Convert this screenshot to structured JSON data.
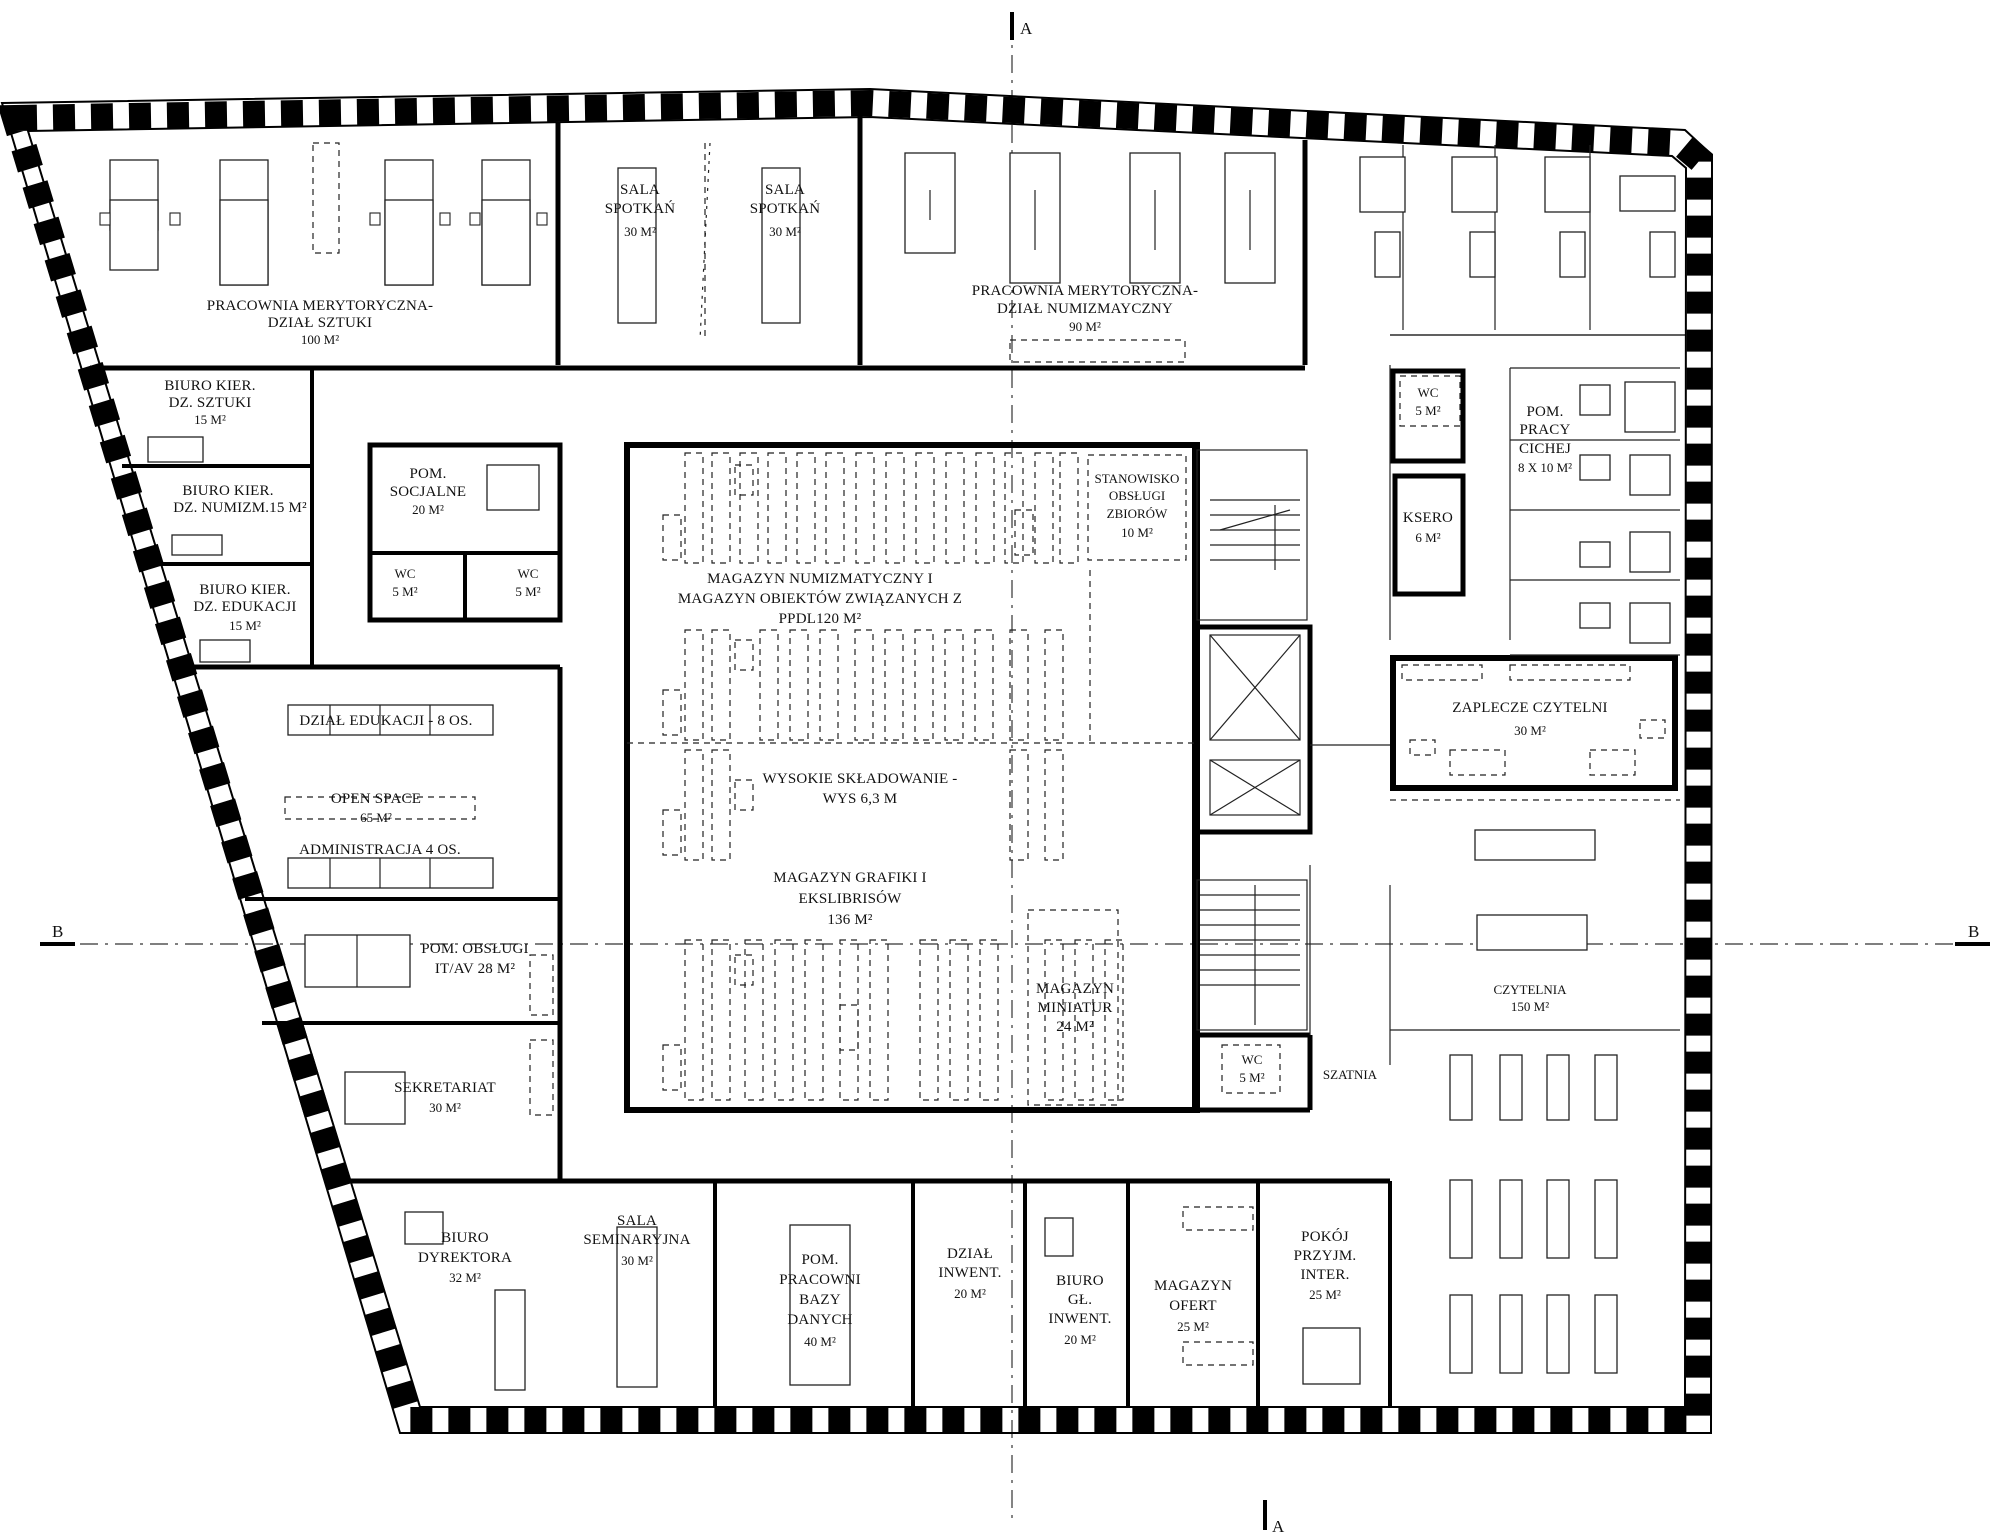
{
  "section_markers": {
    "top": "A",
    "bottom": "A",
    "left": "B",
    "right": "B"
  },
  "rooms": [
    {
      "id": "pracownia-sztuki",
      "lines": [
        "PRACOWNIA MERYTORYCZNA-",
        "DZIAŁ SZTUKI"
      ],
      "area": "100 M²"
    },
    {
      "id": "sala-spotkan-1",
      "lines": [
        "SALA",
        "SPOTKAŃ"
      ],
      "area": "30 M²"
    },
    {
      "id": "sala-spotkan-2",
      "lines": [
        "SALA",
        "SPOTKAŃ"
      ],
      "area": "30 M²"
    },
    {
      "id": "pracownia-numizmatyczny",
      "lines": [
        "PRACOWNIA MERYTORYCZNA-",
        "DZIAŁ NUMIZMAYCZNY"
      ],
      "area": "90 M²"
    },
    {
      "id": "biuro-kier-sztuki",
      "lines": [
        "BIURO KIER.",
        "DZ. SZTUKI"
      ],
      "area": "15 M²"
    },
    {
      "id": "biuro-kier-numizm",
      "lines": [
        "BIURO KIER.",
        "DZ. NUMIZM.15 M²"
      ],
      "area": ""
    },
    {
      "id": "biuro-kier-edukacji",
      "lines": [
        "BIURO KIER.",
        "DZ. EDUKACJI"
      ],
      "area": "15 M²"
    },
    {
      "id": "pom-socjalne",
      "lines": [
        "POM.",
        "SOCJALNE"
      ],
      "area": "20 M²"
    },
    {
      "id": "wc-a",
      "lines": [
        "WC"
      ],
      "area": "5 M²"
    },
    {
      "id": "wc-b",
      "lines": [
        "WC"
      ],
      "area": "5 M²"
    },
    {
      "id": "magazyn-numizmatyczny",
      "lines": [
        "MAGAZYN NUMIZMATYCZNY I",
        "MAGAZYN OBIEKTÓW ZWIĄZANYCH Z",
        "PPDL120 M²"
      ],
      "area": ""
    },
    {
      "id": "stanowisko-obslugi",
      "lines": [
        "STANOWISKO",
        "OBSŁUGI",
        "ZBIORÓW"
      ],
      "area": "10 M²"
    },
    {
      "id": "wysokie-skladowanie",
      "lines": [
        "WYSOKIE SKŁADOWANIE -",
        "WYS 6,3 M"
      ],
      "area": ""
    },
    {
      "id": "magazyn-grafiki",
      "lines": [
        "MAGAZYN GRAFIKI I",
        "EKSLIBRISÓW"
      ],
      "area": "136 M²"
    },
    {
      "id": "magazyn-miniatur",
      "lines": [
        "MAGAZYN",
        "MINIATUR"
      ],
      "area": "24 M²"
    },
    {
      "id": "dzial-edukacji",
      "lines": [
        "DZIAŁ EDUKACJI - 8 OS."
      ],
      "area": ""
    },
    {
      "id": "open-space",
      "lines": [
        "OPEN SPACE"
      ],
      "area": "65 M²"
    },
    {
      "id": "administracja",
      "lines": [
        "ADMINISTRACJA 4 OS."
      ],
      "area": ""
    },
    {
      "id": "pom-obslugi-itav",
      "lines": [
        "POM. OBSŁUGI",
        "IT/AV 28 M²"
      ],
      "area": ""
    },
    {
      "id": "sekretariat",
      "lines": [
        "SEKRETARIAT"
      ],
      "area": "30 M²"
    },
    {
      "id": "wc-c",
      "lines": [
        "WC"
      ],
      "area": "5 M²"
    },
    {
      "id": "ksero",
      "lines": [
        "KSERO"
      ],
      "area": "6 M²"
    },
    {
      "id": "pom-pracy-cichej",
      "lines": [
        "POM.",
        "PRACY",
        "CICHEJ"
      ],
      "area": "8 X 10 M²"
    },
    {
      "id": "zaplecze-czytelni",
      "lines": [
        "ZAPLECZE CZYTELNI"
      ],
      "area": "30 M²"
    },
    {
      "id": "czytelnia",
      "lines": [
        "CZYTELNIA"
      ],
      "area": "150 M²"
    },
    {
      "id": "wc-d",
      "lines": [
        "WC"
      ],
      "area": "5 M²"
    },
    {
      "id": "szatnia",
      "lines": [
        "SZATNIA"
      ],
      "area": ""
    },
    {
      "id": "biuro-dyrektora",
      "lines": [
        "BIURO",
        "DYREKTORA"
      ],
      "area": "32 M²"
    },
    {
      "id": "sala-seminaryjna",
      "lines": [
        "SALA",
        "SEMINARYJNA"
      ],
      "area": "30 M²"
    },
    {
      "id": "pom-pracowni-bazy",
      "lines": [
        "POM.",
        "PRACOWNI",
        "BAZY",
        "DANYCH"
      ],
      "area": "40 M²"
    },
    {
      "id": "dzial-inwent",
      "lines": [
        "DZIAŁ",
        "INWENT."
      ],
      "area": "20 M²"
    },
    {
      "id": "biuro-gl-inwent",
      "lines": [
        "BIURO",
        "GŁ.",
        "INWENT."
      ],
      "area": "20 M²"
    },
    {
      "id": "magazyn-ofert",
      "lines": [
        "MAGAZYN",
        "OFERT"
      ],
      "area": "25 M²"
    },
    {
      "id": "pokoj-przyjm",
      "lines": [
        "POKÓJ",
        "PRZYJM.",
        "INTER."
      ],
      "area": "25 M²"
    }
  ]
}
